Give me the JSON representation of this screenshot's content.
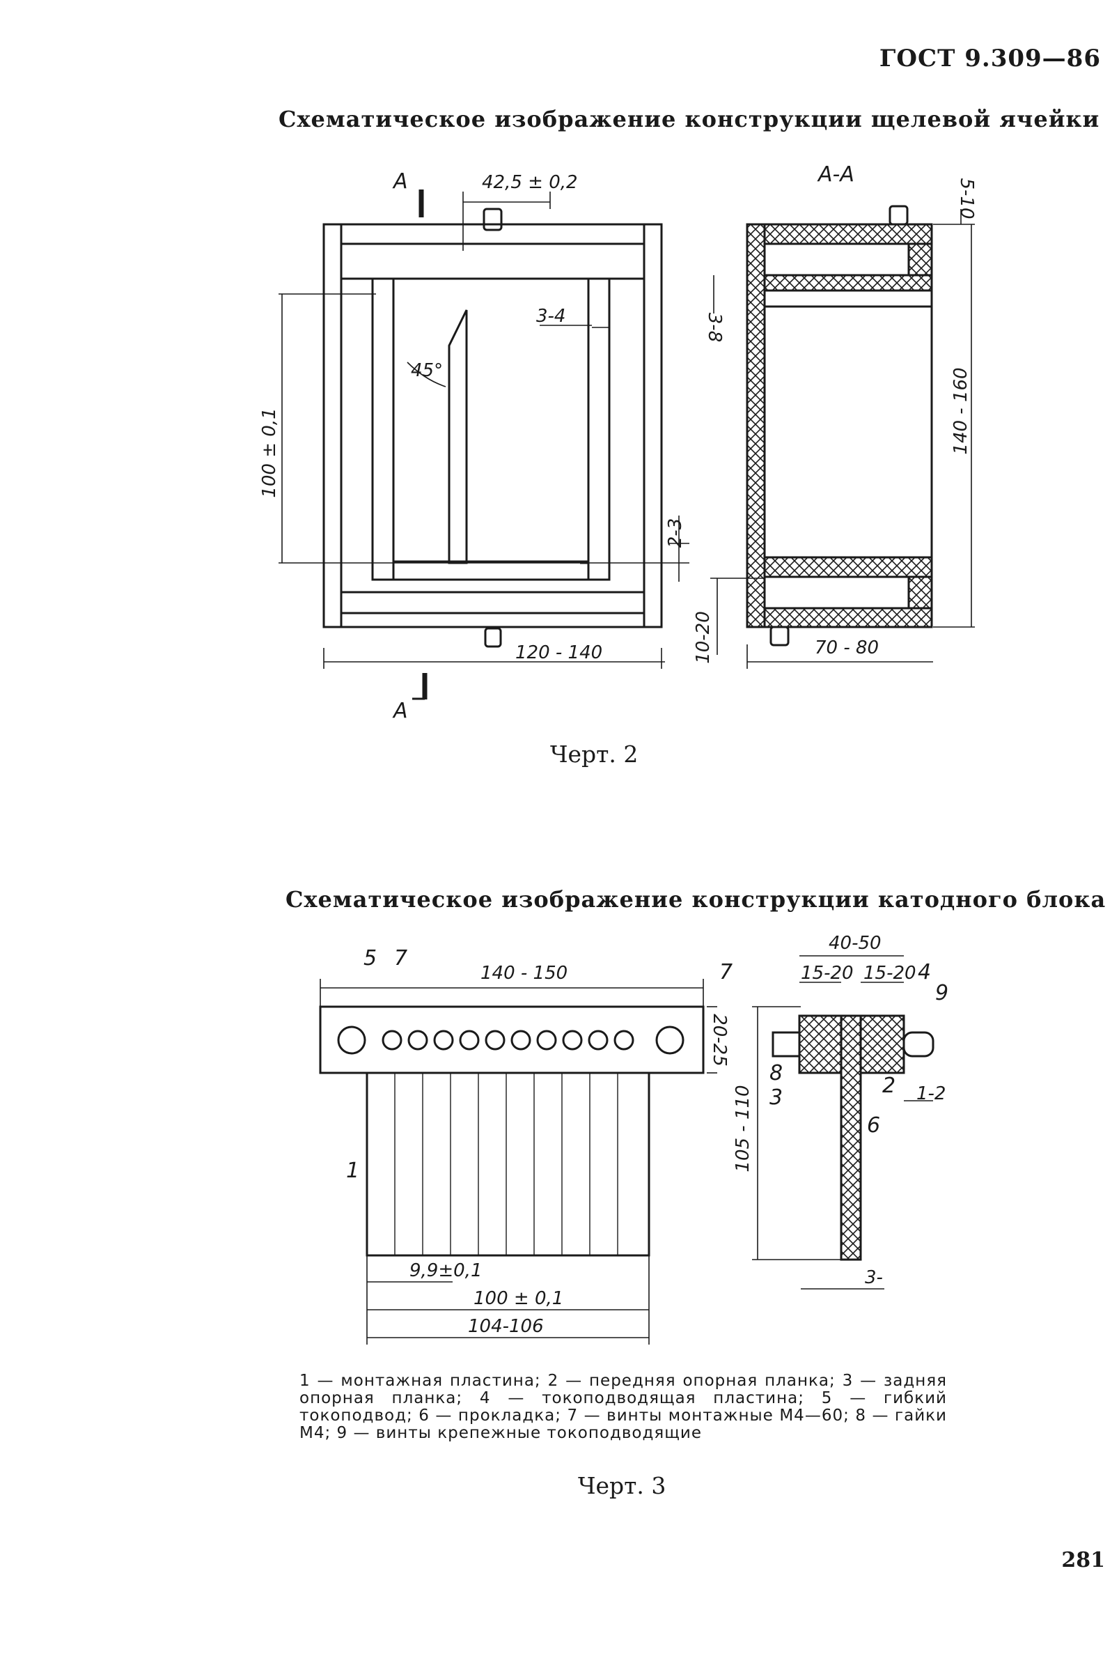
{
  "header": {
    "standard": "ГОСТ 9.309—86"
  },
  "figure2": {
    "title": "Схематическое изображение конструкции щелевой ячейки",
    "caption": "Черт. 2",
    "section_labels": {
      "top": "А",
      "bottom": "А",
      "view": "А-А"
    },
    "dimensions": {
      "top_offset": "42,5 ± 0,2",
      "slot_gap": "3-4",
      "angle": "45°",
      "height": "100 ± 0,1",
      "bottom_gap": "2-3",
      "width": "120 - 140",
      "side_top": "5-10",
      "side_upper": "3-8",
      "side_height": "140 - 160",
      "side_bottom": "10-20",
      "side_width": "70 - 80"
    }
  },
  "figure3": {
    "title": "Схематическое изображение конструкции катодного блока",
    "caption": "Черт. 3",
    "dimensions": {
      "length": "140 - 150",
      "bar_height": "20-25",
      "plate_pitch": "9,9±0,1",
      "plate_span": "100 ± 0,1",
      "overall": "104-106",
      "thickness": "40-50",
      "part_a": "15-20",
      "part_b": "15-20",
      "gap": "1-2",
      "total_height": "105 - 110",
      "plate_thickness": "3-"
    },
    "part_numbers": [
      "1",
      "2",
      "3",
      "4",
      "5",
      "6",
      "7",
      "7",
      "8",
      "9"
    ],
    "legend": "1 — монтажная пластина; 2 — передняя опорная планка; 3 — задняя опорная планка; 4 — токоподводящая пластина; 5 — гибкий токоподвод; 6 — прокладка; 7 — винты монтажные М4—60; 8 — гайки М4; 9 — винты крепежные токоподводящие"
  },
  "page_number": "281"
}
